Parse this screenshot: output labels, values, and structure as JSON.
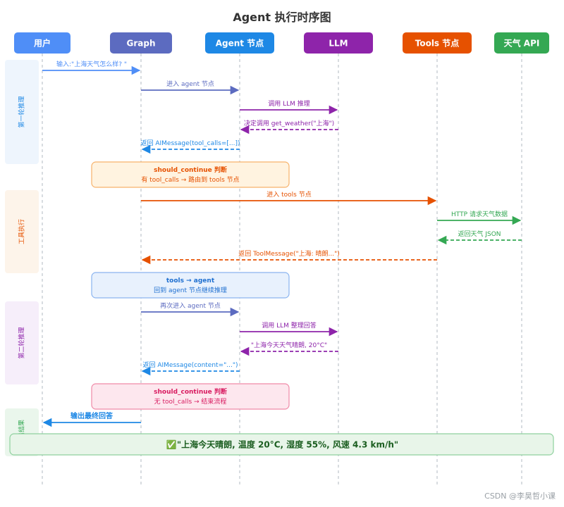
{
  "title": "Agent 执行时序图",
  "colors": {
    "user": "#4f8ef7",
    "graph": "#5c6bc0",
    "agent": "#1e88e5",
    "llm": "#8e24aa",
    "tools": "#e65100",
    "api": "#34a853",
    "text_dark": "#333333",
    "lifeline": "#bfc5cc"
  },
  "participants": [
    {
      "id": "user",
      "label": "用户",
      "color": "#4f8ef7"
    },
    {
      "id": "graph",
      "label": "Graph",
      "color": "#5c6bc0"
    },
    {
      "id": "agent",
      "label": "Agent 节点",
      "color": "#1e88e5"
    },
    {
      "id": "llm",
      "label": "LLM",
      "color": "#8e24aa"
    },
    {
      "id": "tools",
      "label": "Tools 节点",
      "color": "#e65100"
    },
    {
      "id": "api",
      "label": "天气 API",
      "color": "#34a853"
    }
  ],
  "phases": [
    {
      "label": "第一轮推理",
      "color": "#1e88e5",
      "bg": "#eef5fd"
    },
    {
      "label": "工具执行",
      "color": "#e65100",
      "bg": "#fdf4ea"
    },
    {
      "label": "第二轮推理",
      "color": "#8e24aa",
      "bg": "#f6eefa"
    },
    {
      "label": "输出结果",
      "color": "#34a853",
      "bg": "#eaf6ec"
    }
  ],
  "messages": [
    {
      "from": "user",
      "to": "graph",
      "label": "输入:\"上海天气怎么样? \"",
      "dashed": false,
      "color": "#4f8ef7"
    },
    {
      "from": "graph",
      "to": "agent",
      "label": "进入 agent 节点",
      "dashed": false,
      "color": "#5c6bc0"
    },
    {
      "from": "agent",
      "to": "llm",
      "label": "调用 LLM 推理",
      "dashed": false,
      "color": "#8e24aa"
    },
    {
      "from": "llm",
      "to": "agent",
      "label": "决定调用 get_weather(\"上海\")",
      "dashed": true,
      "color": "#8e24aa"
    },
    {
      "from": "agent",
      "to": "graph",
      "label": "返回 AIMessage(tool_calls=[...])",
      "dashed": true,
      "color": "#1e88e5"
    },
    {
      "from": "graph",
      "to": "tools",
      "label": "进入 tools 节点",
      "dashed": false,
      "color": "#e65100"
    },
    {
      "from": "tools",
      "to": "api",
      "label": "HTTP 请求天气数据",
      "dashed": false,
      "color": "#34a853"
    },
    {
      "from": "api",
      "to": "tools",
      "label": "返回天气 JSON",
      "dashed": true,
      "color": "#34a853"
    },
    {
      "from": "tools",
      "to": "graph",
      "label": "返回 ToolMessage(\"上海: 晴朗...\")",
      "dashed": true,
      "color": "#e65100"
    },
    {
      "from": "graph",
      "to": "agent",
      "label": "再次进入 agent 节点",
      "dashed": false,
      "color": "#5c6bc0"
    },
    {
      "from": "agent",
      "to": "llm",
      "label": "调用 LLM 整理回答",
      "dashed": false,
      "color": "#8e24aa"
    },
    {
      "from": "llm",
      "to": "agent",
      "label": "\"上海今天天气晴朗, 20°C\"",
      "dashed": true,
      "color": "#8e24aa"
    },
    {
      "from": "agent",
      "to": "graph",
      "label": "返回 AIMessage(content=\"...\")",
      "dashed": true,
      "color": "#1e88e5"
    },
    {
      "from": "graph",
      "to": "user",
      "label": "输出最终回答",
      "dashed": false,
      "color": "#1e88e5"
    }
  ],
  "notes": [
    {
      "title": "should_continue 判断",
      "text": "有 tool_calls → 路由到 tools 节点",
      "title_color": "#e65100",
      "text_color": "#e65100",
      "bg": "#fff3e0",
      "border": "#f6b26b"
    },
    {
      "title": "tools → agent",
      "text": "回到 agent 节点继续推理",
      "title_color": "#1e6fd0",
      "text_color": "#1e6fd0",
      "bg": "#e8f1fd",
      "border": "#8ab4f0"
    },
    {
      "title": "should_continue 判断",
      "text": "无 tool_calls → 结束流程",
      "title_color": "#d81b60",
      "text_color": "#d81b60",
      "bg": "#fde7ee",
      "border": "#f08aa8"
    }
  ],
  "result": {
    "icon": "✅",
    "text": "\"上海今天晴朗, 温度 20°C, 湿度 55%, 风速 4.3 km/h\"",
    "color": "#1b5e20"
  },
  "watermark": "CSDN @李昊哲小课"
}
